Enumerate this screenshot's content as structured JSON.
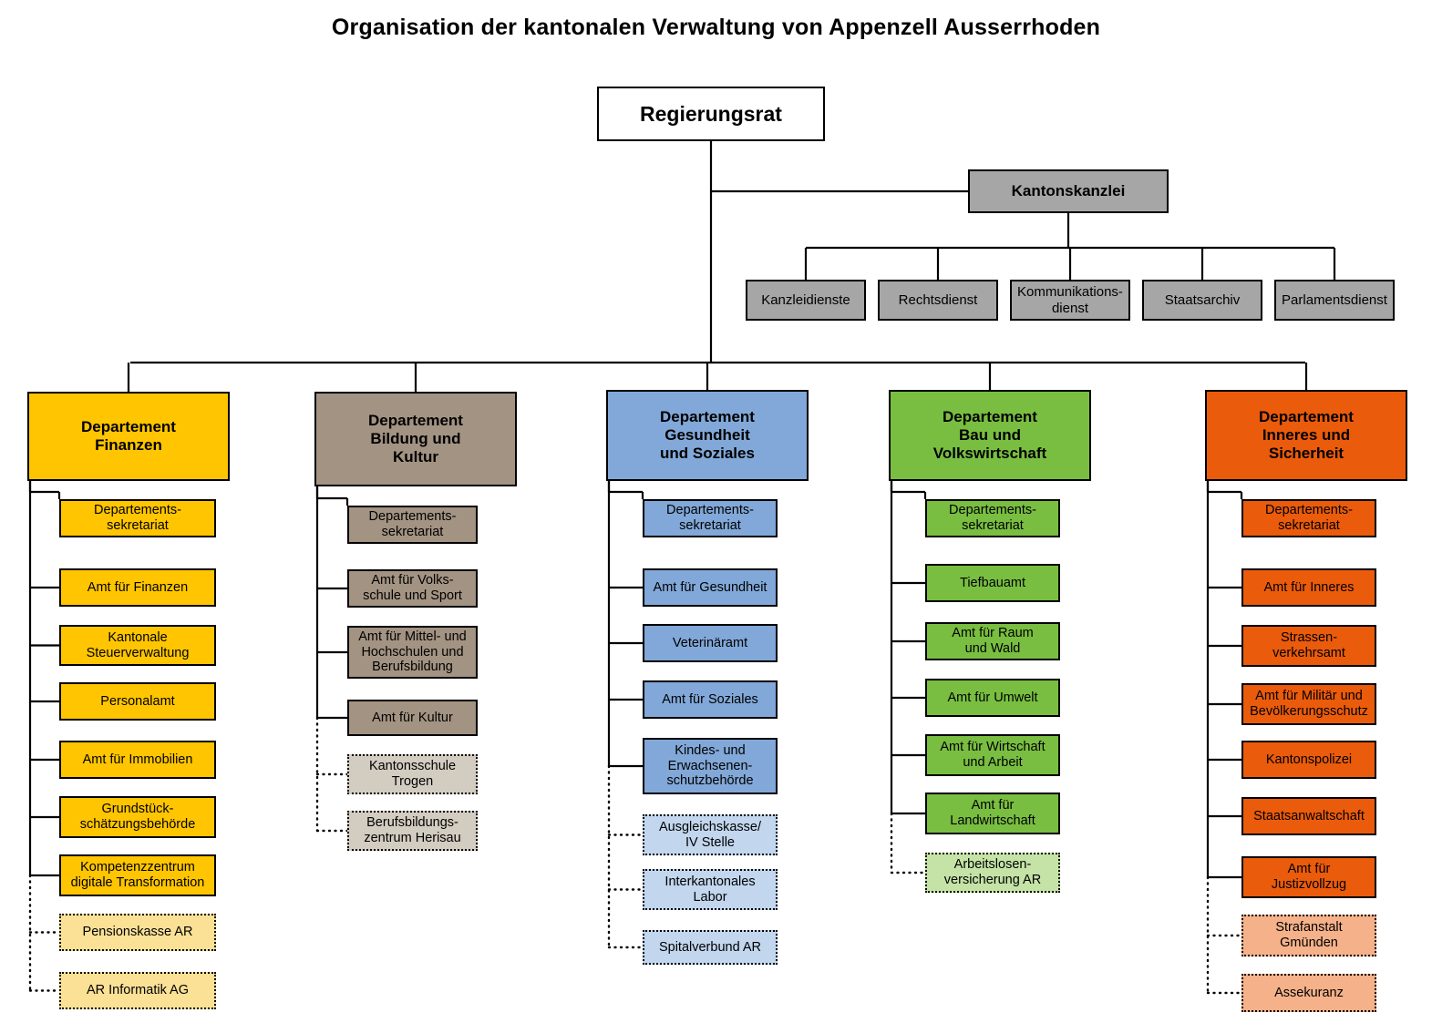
{
  "title": "Organisation der kantonalen Verwaltung von Appenzell Ausserrhoden",
  "root": {
    "label": "Regierungsrat"
  },
  "chancellery": {
    "label": "Kantonskanzlei",
    "color": "#a6a6a6",
    "units": [
      {
        "label": "Kanzleidienste"
      },
      {
        "label": "Rechtsdienst"
      },
      {
        "label": "Kommunikations-\ndienst"
      },
      {
        "label": "Staatsarchiv"
      },
      {
        "label": "Parlamentsdienst"
      }
    ]
  },
  "departments": [
    {
      "name": "Departement\nFinanzen",
      "color": "#FFC500",
      "color_light": "#FAE196",
      "units": [
        {
          "label": "Departements-\nsekretariat",
          "attached": false
        },
        {
          "label": "Amt für Finanzen",
          "attached": false
        },
        {
          "label": "Kantonale\nSteuerverwaltung",
          "attached": false
        },
        {
          "label": "Personalamt",
          "attached": false
        },
        {
          "label": "Amt für Immobilien",
          "attached": false
        },
        {
          "label": "Grundstück-\nschätzungsbehörde",
          "attached": false
        },
        {
          "label": "Kompetenzzentrum\ndigitale Transformation",
          "attached": false
        },
        {
          "label": "Pensionskasse AR",
          "attached": true
        },
        {
          "label": "AR Informatik AG",
          "attached": true
        }
      ]
    },
    {
      "name": "Departement\nBildung und\nKultur",
      "color": "#A39382",
      "color_light": "#D3CCC1",
      "units": [
        {
          "label": "Departements-\nsekretariat",
          "attached": false
        },
        {
          "label": "Amt für Volks-\nschule und Sport",
          "attached": false
        },
        {
          "label": "Amt für Mittel- und\nHochschulen und\nBerufsbildung",
          "attached": false
        },
        {
          "label": "Amt für Kultur",
          "attached": false
        },
        {
          "label": "Kantonsschule\nTrogen",
          "attached": true
        },
        {
          "label": "Berufsbildungs-\nzentrum Herisau",
          "attached": true
        }
      ]
    },
    {
      "name": "Departement\nGesundheit\nund Soziales",
      "color": "#81A8D8",
      "color_light": "#C2D6EE",
      "units": [
        {
          "label": "Departements-\nsekretariat",
          "attached": false
        },
        {
          "label": "Amt für Gesundheit",
          "attached": false
        },
        {
          "label": "Veterinäramt",
          "attached": false
        },
        {
          "label": "Amt für Soziales",
          "attached": false
        },
        {
          "label": "Kindes- und\nErwachsenen-\nschutzbehörde",
          "attached": false
        },
        {
          "label": "Ausgleichskasse/\nIV Stelle",
          "attached": true
        },
        {
          "label": "Interkantonales\nLabor",
          "attached": true
        },
        {
          "label": "Spitalverbund AR",
          "attached": true
        }
      ]
    },
    {
      "name": "Departement\nBau und\nVolkswirtschaft",
      "color": "#79BE41",
      "color_light": "#C5E3A6",
      "units": [
        {
          "label": "Departements-\nsekretariat",
          "attached": false
        },
        {
          "label": "Tiefbauamt",
          "attached": false
        },
        {
          "label": "Amt für Raum\nund Wald",
          "attached": false
        },
        {
          "label": "Amt für Umwelt",
          "attached": false
        },
        {
          "label": "Amt für Wirtschaft\nund Arbeit",
          "attached": false
        },
        {
          "label": "Amt für\nLandwirtschaft",
          "attached": false
        },
        {
          "label": "Arbeitslosen-\nversicherung AR",
          "attached": true
        }
      ]
    },
    {
      "name": "Departement\nInneres und\nSicherheit",
      "color": "#EA5B0C",
      "color_light": "#F5B189",
      "units": [
        {
          "label": "Departements-\nsekretariat",
          "attached": false
        },
        {
          "label": "Amt für Inneres",
          "attached": false
        },
        {
          "label": "Strassen-\nverkehrsamt",
          "attached": false
        },
        {
          "label": "Amt für Militär und\nBevölkerungsschutz",
          "attached": false
        },
        {
          "label": "Kantonspolizei",
          "attached": false
        },
        {
          "label": "Staatsanwaltschaft",
          "attached": false
        },
        {
          "label": "Amt für\nJustizvollzug",
          "attached": false
        },
        {
          "label": "Strafanstalt\nGmünden",
          "attached": true
        },
        {
          "label": "Assekuranz",
          "attached": true
        }
      ]
    }
  ]
}
